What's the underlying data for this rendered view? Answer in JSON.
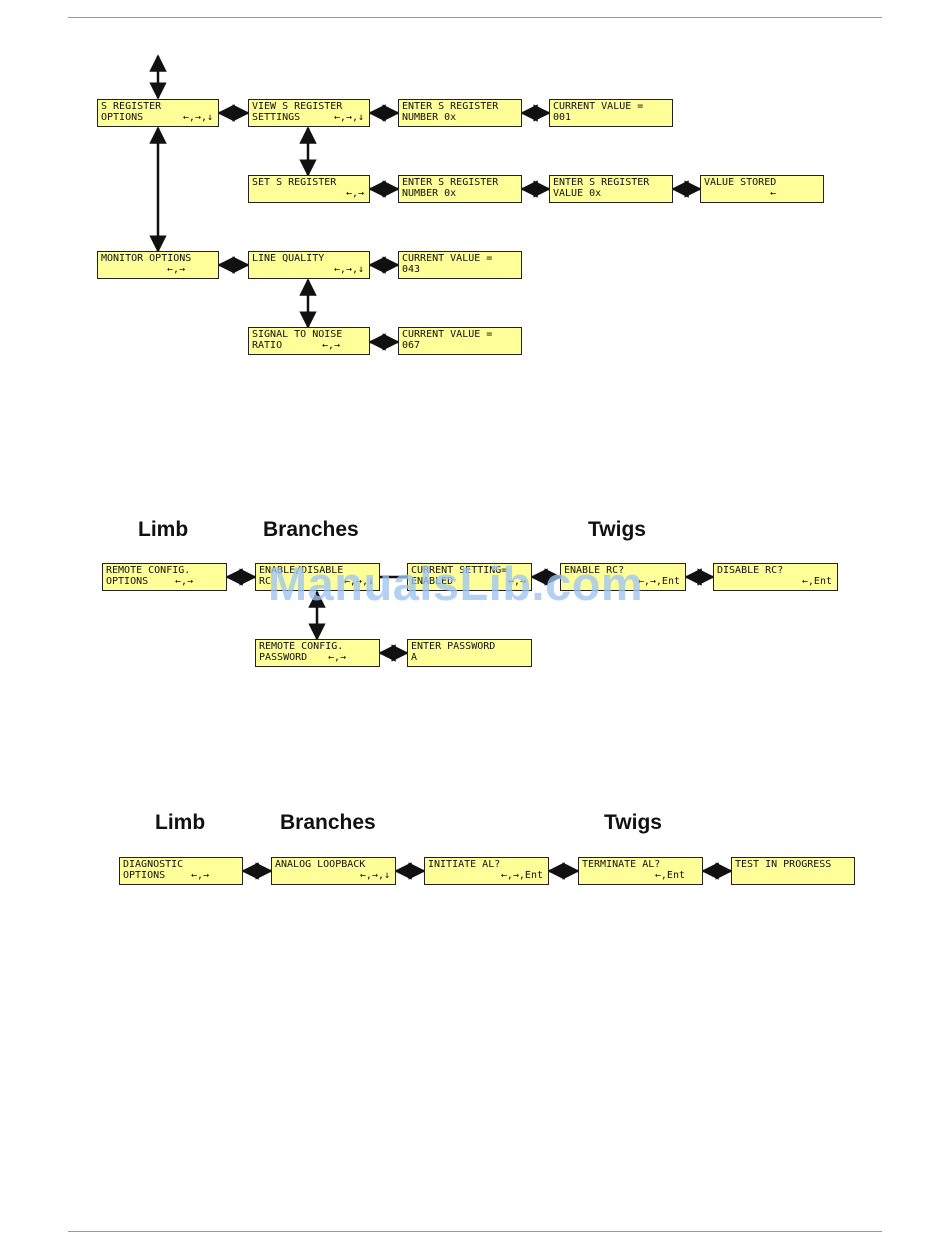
{
  "section1": {
    "boxes": {
      "s_register_options": {
        "line1": "S REGISTER",
        "line2": "OPTIONS",
        "hint": "←,→,↓"
      },
      "view_s_register_settings": {
        "line1": "VIEW S REGISTER",
        "line2": "SETTINGS",
        "hint": "←,→,↓"
      },
      "enter_s_register_number_view": {
        "line1": "ENTER S REGISTER",
        "line2": "NUMBER 0x",
        "hint": ""
      },
      "current_value_s": {
        "line1": "CURRENT VALUE =",
        "line2": "001",
        "hint": ""
      },
      "set_s_register": {
        "line1": "SET S REGISTER",
        "line2": "",
        "hint": "←,→"
      },
      "enter_s_register_number_set": {
        "line1": "ENTER S REGISTER",
        "line2": "NUMBER 0x",
        "hint": ""
      },
      "enter_s_register_value": {
        "line1": "ENTER S REGISTER",
        "line2": "VALUE 0x",
        "hint": ""
      },
      "value_stored": {
        "line1": "VALUE STORED",
        "line2": "",
        "hint": "←"
      },
      "monitor_options": {
        "line1": "MONITOR OPTIONS",
        "line2": "",
        "hint": "←,→"
      },
      "line_quality": {
        "line1": "LINE QUALITY",
        "line2": "",
        "hint": "←,→,↓"
      },
      "current_value_line_quality": {
        "line1": "CURRENT VALUE =",
        "line2": "043",
        "hint": ""
      },
      "signal_to_noise_ratio": {
        "line1": "SIGNAL TO NOISE",
        "line2": "RATIO",
        "hint": "←,→"
      },
      "current_value_snr": {
        "line1": "CURRENT VALUE =",
        "line2": "067",
        "hint": ""
      }
    }
  },
  "section2": {
    "headers": {
      "limb": "Limb",
      "branches": "Branches",
      "twigs": "Twigs"
    },
    "boxes": {
      "remote_config_options": {
        "line1": "REMOTE CONFIG.",
        "line2": "OPTIONS",
        "hint": "←,→"
      },
      "enable_disable_rc": {
        "line1": "ENABLE/DISABLE",
        "line2": "RC",
        "hint": "←,→,↓"
      },
      "current_setting": {
        "line1": "CURRENT SETTING=",
        "line2": "ENABLED",
        "hint": "←,→"
      },
      "enable_rc": {
        "line1": "ENABLE RC?",
        "line2": "",
        "hint": "←,→,Ent"
      },
      "disable_rc": {
        "line1": "DISABLE RC?",
        "line2": "",
        "hint": "←,Ent"
      },
      "remote_config_password": {
        "line1": "REMOTE CONFIG.",
        "line2": "PASSWORD",
        "hint": "←,→"
      },
      "enter_password": {
        "line1": "ENTER PASSWORD",
        "line2": "A",
        "hint": ""
      }
    },
    "watermark": "ManualsLib.com"
  },
  "section3": {
    "headers": {
      "limb": "Limb",
      "branches": "Branches",
      "twigs": "Twigs"
    },
    "boxes": {
      "diagnostic_options": {
        "line1": "DIAGNOSTIC",
        "line2": "OPTIONS",
        "hint": "←,→"
      },
      "analog_loopback": {
        "line1": "ANALOG LOOPBACK",
        "line2": "",
        "hint": "←,→,↓"
      },
      "initiate_al": {
        "line1": "INITIATE AL?",
        "line2": "",
        "hint": "←,→,Ent"
      },
      "terminate_al": {
        "line1": "TERMINATE AL?",
        "line2": "",
        "hint": "←,Ent"
      },
      "test_in_progress": {
        "line1": "TEST IN PROGRESS",
        "line2": "",
        "hint": ""
      }
    }
  }
}
